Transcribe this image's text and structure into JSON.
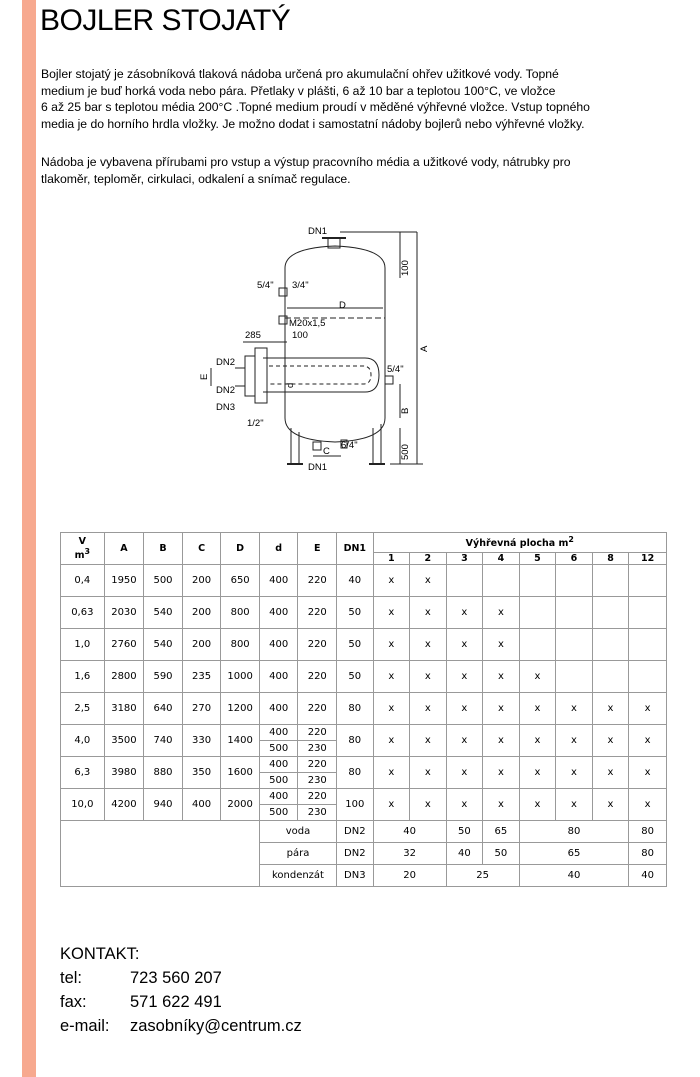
{
  "title": "BOJLER STOJATÝ",
  "intro_lines": [
    "Bojler stojatý je zásobníková tlaková nádoba určená pro akumulační ohřev užitkové vody.  Topné",
    "medium je buď horká voda  nebo pára.  Přetlaky v plášti, 6 až 10 bar a teplotou 100°C, ve vložce",
    "6 až 25 bar s teplotou média 200°C .Topné medium proudí  v měděné výhřevné vložce.   Vstup topného",
    "media je do horního hrdla vložky.  Je možno dodat i samostatní nádoby bojlerů  nebo  výhřevné vložky."
  ],
  "equipment_lines": [
    "Nádoba je vybavena přírubami pro vstup  a výstup pracovního média a užitkové vody, nátrubky pro",
    "tlakoměr, teploměr, cirkulaci, odkalení a snímač regulace."
  ],
  "drawing_labels": {
    "dn1_top": "DN1",
    "dim_100_top": "100",
    "thread_54": "5/4\"",
    "thread_34": "3/4\"",
    "dim_d_upper": "D",
    "m20": "M20x1,5",
    "dim_285": "285",
    "dim_100_mid": "100",
    "dn2_a": "DN2",
    "dn2_b": "DN2",
    "dn3": "DN3",
    "dim_e": "E",
    "dim_d_lower": "d",
    "thread_12": "1/2\"",
    "thread_54_right": "5/4\"",
    "dim_a": "A",
    "dim_b": "B",
    "dim_c": "C",
    "thread_64": "6/4\"",
    "dim_500": "500",
    "dn1_bottom": "DN1"
  },
  "table": {
    "headers": {
      "v": "V",
      "v_unit": "m",
      "v_unit_sup": "3",
      "a": "A",
      "b": "B",
      "c": "C",
      "d_upper": "D",
      "d_lower": "d",
      "e": "E",
      "dn1": "DN1",
      "heating_area": "Výhřevná plocha m",
      "heating_area_sup": "2",
      "area_columns": [
        "1",
        "2",
        "3",
        "4",
        "5",
        "6",
        "8",
        "12"
      ]
    },
    "rows": [
      {
        "v": "0,4",
        "a": "1950",
        "b": "500",
        "c": "200",
        "D": "650",
        "d": [
          "400"
        ],
        "e": [
          "220"
        ],
        "dn1": "40",
        "marks": [
          "x",
          "x",
          "",
          "",
          "",
          "",
          "",
          ""
        ]
      },
      {
        "v": "0,63",
        "a": "2030",
        "b": "540",
        "c": "200",
        "D": "800",
        "d": [
          "400"
        ],
        "e": [
          "220"
        ],
        "dn1": "50",
        "marks": [
          "x",
          "x",
          "x",
          "x",
          "",
          "",
          "",
          ""
        ]
      },
      {
        "v": "1,0",
        "a": "2760",
        "b": "540",
        "c": "200",
        "D": "800",
        "d": [
          "400"
        ],
        "e": [
          "220"
        ],
        "dn1": "50",
        "marks": [
          "x",
          "x",
          "x",
          "x",
          "",
          "",
          "",
          ""
        ]
      },
      {
        "v": "1,6",
        "a": "2800",
        "b": "590",
        "c": "235",
        "D": "1000",
        "d": [
          "400"
        ],
        "e": [
          "220"
        ],
        "dn1": "50",
        "marks": [
          "x",
          "x",
          "x",
          "x",
          "x",
          "",
          "",
          ""
        ]
      },
      {
        "v": "2,5",
        "a": "3180",
        "b": "640",
        "c": "270",
        "D": "1200",
        "d": [
          "400"
        ],
        "e": [
          "220"
        ],
        "dn1": "80",
        "marks": [
          "x",
          "x",
          "x",
          "x",
          "x",
          "x",
          "x",
          "x"
        ]
      },
      {
        "v": "4,0",
        "a": "3500",
        "b": "740",
        "c": "330",
        "D": "1400",
        "d": [
          "400",
          "500"
        ],
        "e": [
          "220",
          "230"
        ],
        "dn1": "80",
        "marks": [
          "x",
          "x",
          "x",
          "x",
          "x",
          "x",
          "x",
          "x"
        ]
      },
      {
        "v": "6,3",
        "a": "3980",
        "b": "880",
        "c": "350",
        "D": "1600",
        "d": [
          "400",
          "500"
        ],
        "e": [
          "220",
          "230"
        ],
        "dn1": "80",
        "marks": [
          "x",
          "x",
          "x",
          "x",
          "x",
          "x",
          "x",
          "x"
        ]
      },
      {
        "v": "10,0",
        "a": "4200",
        "b": "940",
        "c": "400",
        "D": "2000",
        "d": [
          "400",
          "500"
        ],
        "e": [
          "220",
          "230"
        ],
        "dn1": "100",
        "marks": [
          "x",
          "x",
          "x",
          "x",
          "x",
          "x",
          "x",
          "x"
        ]
      }
    ],
    "dn_rows": [
      {
        "label": "voda",
        "dn": "DN2",
        "cells": [
          "40",
          "50",
          "65",
          "80",
          "80"
        ]
      },
      {
        "label": "pára",
        "dn": "DN2",
        "cells": [
          "32",
          "40",
          "50",
          "65",
          "80"
        ]
      },
      {
        "label": "kondenzát",
        "dn": "DN3",
        "cells": [
          "20",
          "25",
          "40",
          "40"
        ]
      }
    ]
  },
  "contact": {
    "heading": "KONTAKT:",
    "tel_label": "tel:",
    "tel": "723 560 207",
    "fax_label": "fax:",
    "fax": "571 622 491",
    "email_label": "e-mail:",
    "email": "zasobníky@centrum.cz"
  },
  "colors": {
    "accent": "#f7a98f"
  }
}
